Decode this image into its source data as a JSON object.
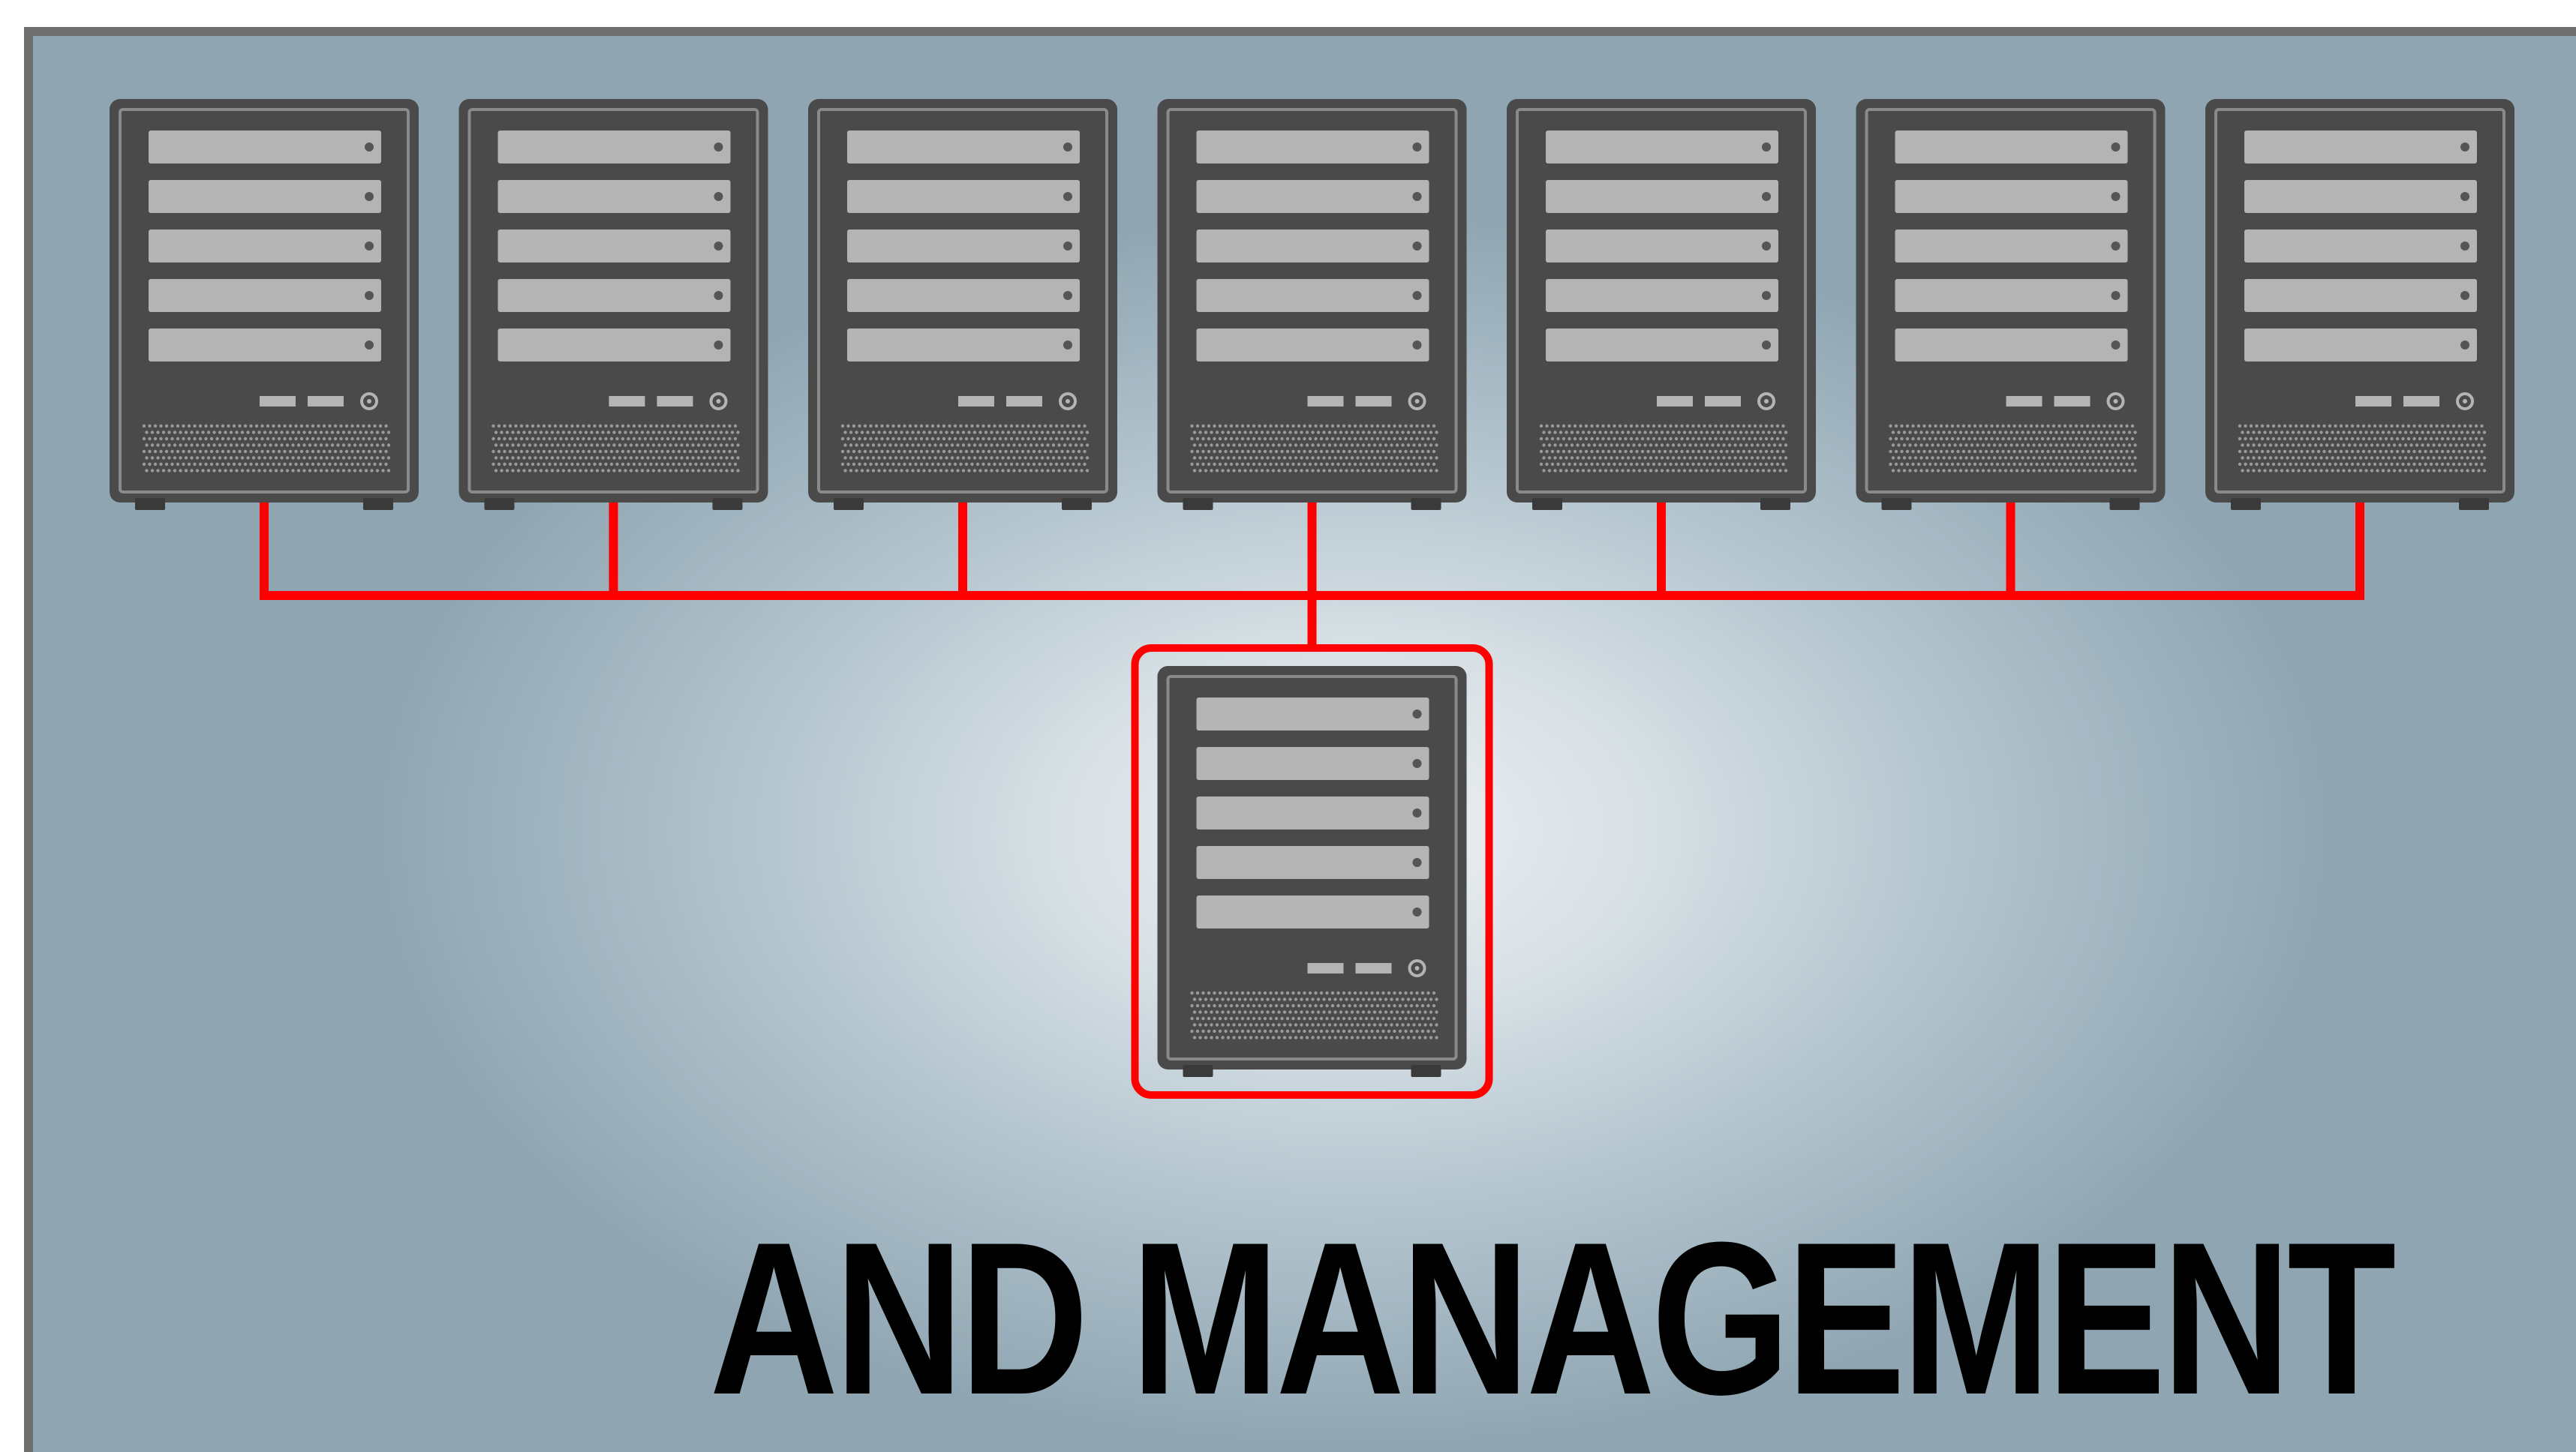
{
  "diagram": {
    "type": "server-network",
    "server_count_top_row": 7,
    "hub_server_count": 1,
    "hub_highlighted": true,
    "drive_bays_per_server": 5,
    "colors": {
      "background_center": "#eef2f4",
      "background_edge": "#8fa6b2",
      "frame_border": "#6f6f6f",
      "server_body": "#4a4a4a",
      "drive_bay": "#b4b4b4",
      "connector": "#ff0000",
      "caption": "#000000"
    },
    "icons": [
      "server-icon"
    ]
  },
  "caption": {
    "text": "AND MANAGEMENT"
  }
}
